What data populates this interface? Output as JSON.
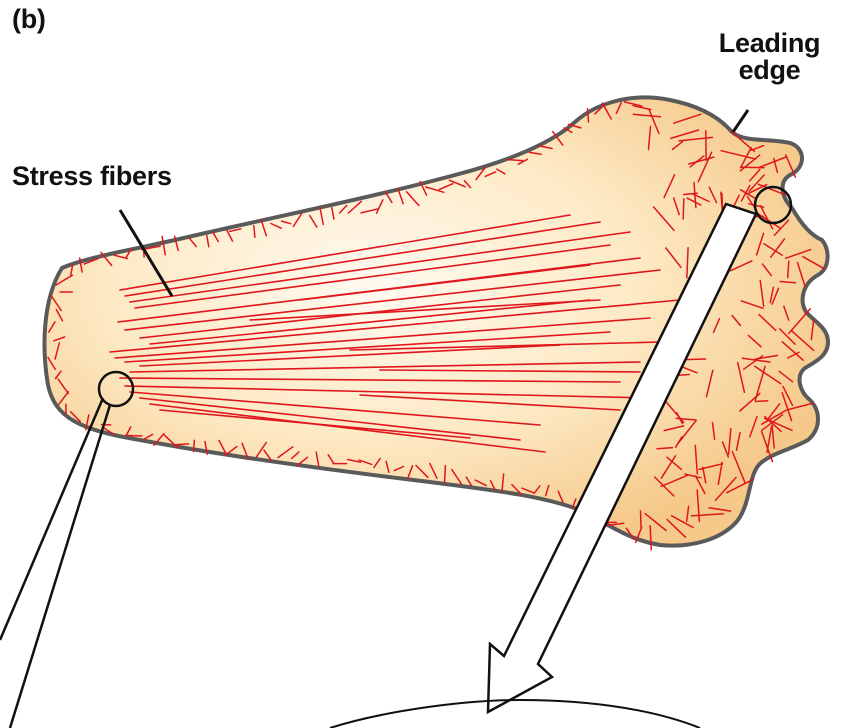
{
  "figure": {
    "panel_label": "(b)",
    "labels": {
      "stress_fibers": "Stress fibers",
      "leading_edge_line1": "Leading",
      "leading_edge_line2": "edge"
    },
    "colors": {
      "cell_fill_light": "#fffaf0",
      "cell_fill_dark": "#f7cf8f",
      "cell_outline": "#5a5a5a",
      "fibers": "#e0161c",
      "leader_line": "#111111",
      "background": "#ffffff"
    }
  }
}
